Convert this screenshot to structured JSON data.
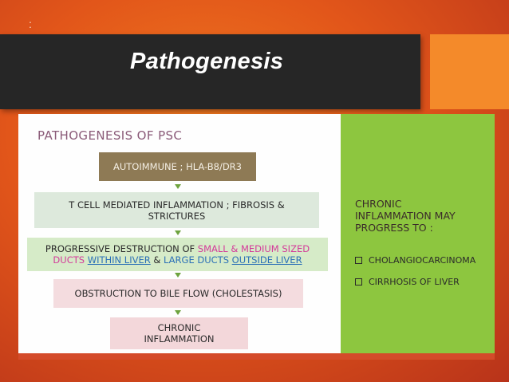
{
  "slide_marker": ":",
  "title": "Pathogenesis",
  "diagram": {
    "heading": "PATHOGENESIS OF PSC",
    "box1": "AUTOIMMUNE ; HLA-B8/DR3",
    "box2_line1": "T CELL MEDIATED INFLAMMATION ; FIBROSIS &",
    "box2_line2": "STRICTURES",
    "box3": {
      "part1": "PROGRESSIVE DESTRUCTION OF ",
      "part2": "SMALL & MEDIUM SIZED",
      "part3": "DUCTS ",
      "part4": "WITHIN LIVER",
      "part5": " & ",
      "part6": "LARGE DUCTS",
      "part7": " ",
      "part8": "OUTSIDE LIVER"
    },
    "box4": "OBSTRUCTION TO BILE FLOW (CHOLESTASIS)",
    "box5_line1": "CHRONIC",
    "box5_line2": "INFLAMMATION"
  },
  "right_panel": {
    "heading_line1": "CHRONIC",
    "heading_line2": "INFLAMMATION MAY",
    "heading_line3": "PROGRESS TO :",
    "items": [
      "CHOLANGIOCARCINOMA",
      "CIRRHOSIS OF LIVER"
    ]
  },
  "colors": {
    "background": "#e2561a",
    "title_bar": "#262626",
    "accent": "#f48a2a",
    "green_panel": "#8dc63f",
    "pink_text": "#d43a9a",
    "blue_text": "#2b70b7"
  }
}
